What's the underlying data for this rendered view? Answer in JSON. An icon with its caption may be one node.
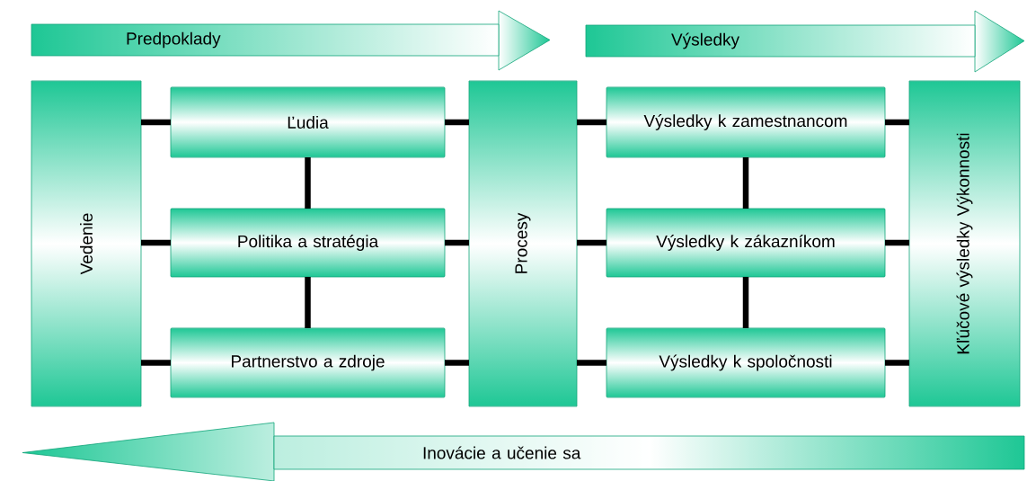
{
  "diagram": {
    "nodes": [
      {
        "text": [
          "Predpoklady"
        ]
      },
      {
        "text": [
          "Výsledky"
        ]
      },
      {
        "text": [
          "Vedenie"
        ]
      },
      {
        "text": [
          "Ľudia"
        ]
      },
      {
        "text": [
          "Politika a stratégia"
        ]
      },
      {
        "text": [
          "Partnerstvo a zdroje"
        ]
      },
      {
        "text": [
          "Procesy"
        ]
      },
      {
        "text": [
          "Výsledky k zamestnancom"
        ]
      },
      {
        "text": [
          "Výsledky k zákazníkom"
        ]
      },
      {
        "text": [
          "Výsledky k spoločnosti"
        ]
      },
      {
        "text": [
          "Kľúčové výsledky Výkonnosti"
        ]
      },
      {
        "text": [
          "Inovácie a učenie sa"
        ]
      }
    ],
    "edges": [
      {
        "from": 2,
        "to": 3,
        "arrow": "none"
      },
      {
        "from": 2,
        "to": 4,
        "arrow": "none"
      },
      {
        "from": 2,
        "to": 5,
        "arrow": "none"
      },
      {
        "from": 3,
        "to": 4,
        "arrow": "none"
      },
      {
        "from": 4,
        "to": 5,
        "arrow": "none"
      },
      {
        "from": 3,
        "to": 6,
        "arrow": "none"
      },
      {
        "from": 4,
        "to": 6,
        "arrow": "none"
      },
      {
        "from": 5,
        "to": 6,
        "arrow": "none"
      },
      {
        "from": 6,
        "to": 7,
        "arrow": "none"
      },
      {
        "from": 6,
        "to": 8,
        "arrow": "none"
      },
      {
        "from": 6,
        "to": 9,
        "arrow": "none"
      },
      {
        "from": 7,
        "to": 8,
        "arrow": "none"
      },
      {
        "from": 8,
        "to": 9,
        "arrow": "none"
      },
      {
        "from": 7,
        "to": 10,
        "arrow": "none"
      },
      {
        "from": 8,
        "to": 10,
        "arrow": "none"
      },
      {
        "from": 9,
        "to": 10,
        "arrow": "none"
      }
    ]
  }
}
